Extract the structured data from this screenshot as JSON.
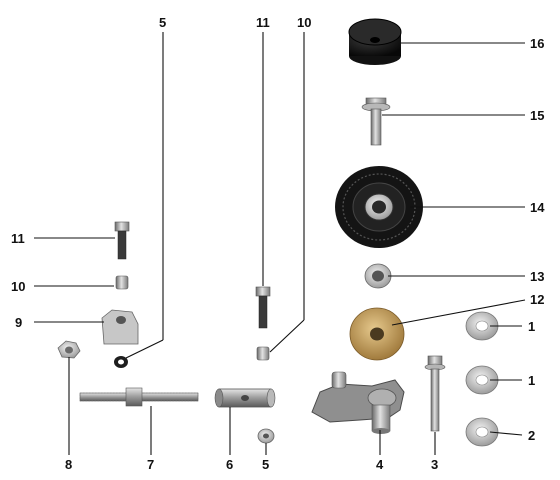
{
  "callouts": {
    "c1a": "1",
    "c1b": "1",
    "c2": "2",
    "c3": "3",
    "c4": "4",
    "c5a": "5",
    "c5b": "5",
    "c6": "6",
    "c7": "7",
    "c8": "8",
    "c9": "9",
    "c10a": "10",
    "c10b": "10",
    "c11a": "11",
    "c11b": "11",
    "c12": "12",
    "c13": "13",
    "c14": "14",
    "c15": "15",
    "c16": "16"
  },
  "colors": {
    "metal_light": "#d9d9d9",
    "metal_mid": "#a8a8a8",
    "metal_dark": "#5e5e5e",
    "rubber": "#1c1c1c",
    "bronze": "#c9a464"
  }
}
